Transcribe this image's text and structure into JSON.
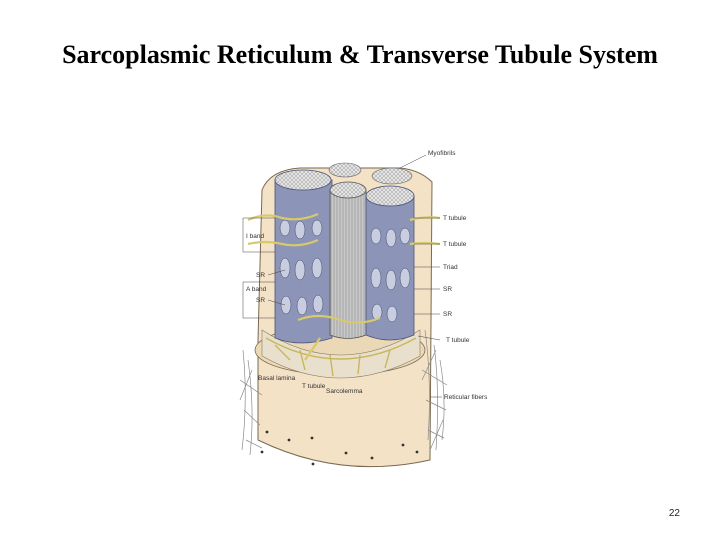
{
  "slide": {
    "title": "Sarcoplasmic Reticulum & Transverse Tubule System",
    "page_number": "22"
  },
  "labels": {
    "myofibrils": "Myofibrils",
    "t_tubule_1": "T tubule",
    "t_tubule_2": "T tubule",
    "triad": "Triad",
    "sr_right_1": "SR",
    "sr_right_2": "SR",
    "t_tubule_3": "T tubule",
    "reticular_fibers": "Reticular fibers",
    "i_band": "I band",
    "sr_left_1": "SR",
    "a_band": "A band",
    "sr_left_2": "SR",
    "basal_lamina": "Basal lamina",
    "t_tubule_bottom": "T tubule",
    "sarcolemma": "Sarcolemma"
  },
  "colors": {
    "myofibril": "#8c95b8",
    "myofibril_dark": "#5c6388",
    "sarcolemma": "#f3e2c6",
    "t_tubule": "#e8dc8a",
    "cut_face": "#dcdcdc"
  }
}
